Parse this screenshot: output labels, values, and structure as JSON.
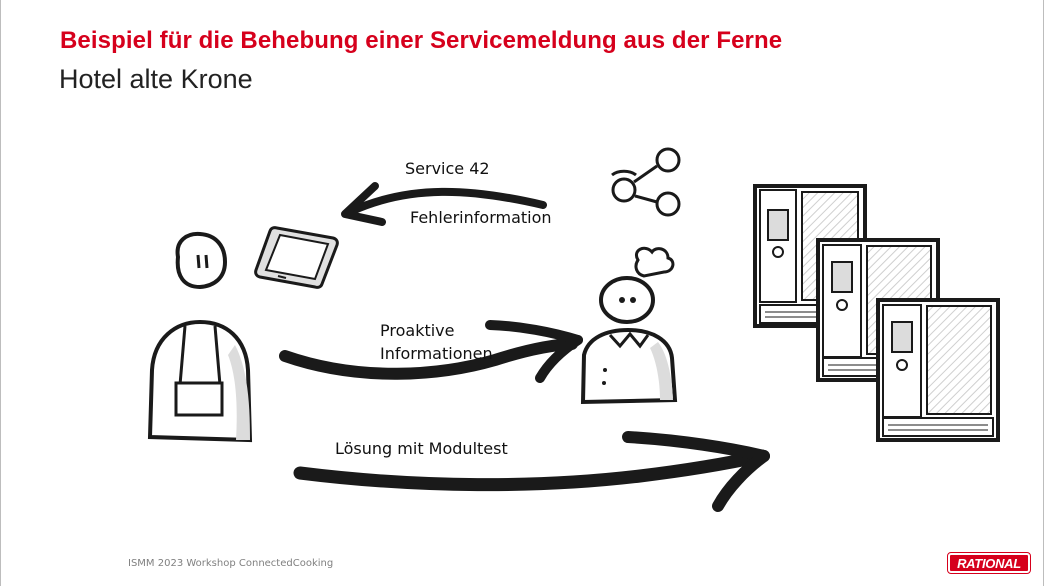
{
  "slide": {
    "title": "Beispiel für die Behebung einer Servicemeldung aus der Ferne",
    "subtitle": "Hotel alte Krone"
  },
  "diagram": {
    "arrow_top_label_1": "Service 42",
    "arrow_top_label_2": "Fehlerinformation",
    "arrow_middle_label_line1": "Proaktive",
    "arrow_middle_label_line2": "Informationen",
    "arrow_bottom_label": "Lösung mit Modultest",
    "icons": [
      "person-icon",
      "tablet-icon",
      "share-icon",
      "chef-icon",
      "combi-oven-icon"
    ]
  },
  "footer": {
    "text": "ISMM 2023 Workshop ConnectedCooking"
  },
  "brand": {
    "logo_text": "RATIONAL",
    "accent_color": "#d6001c"
  }
}
